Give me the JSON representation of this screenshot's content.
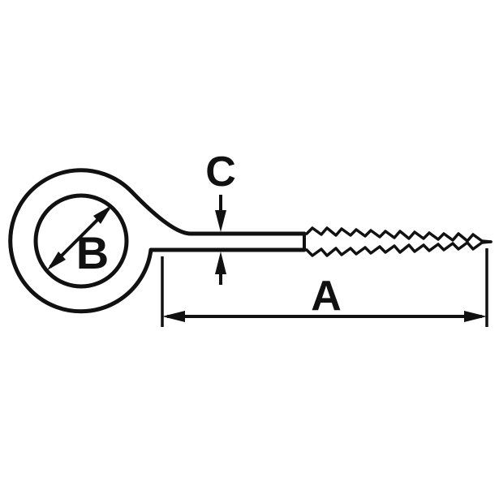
{
  "figure": {
    "kind": "technical-line-drawing",
    "subject": "screw-eye-with-wood-thread",
    "background_color": "#ffffff",
    "line_color": "#111111"
  },
  "labels": {
    "length": "A",
    "eye_diameter": "B",
    "shank_diameter": "C"
  }
}
